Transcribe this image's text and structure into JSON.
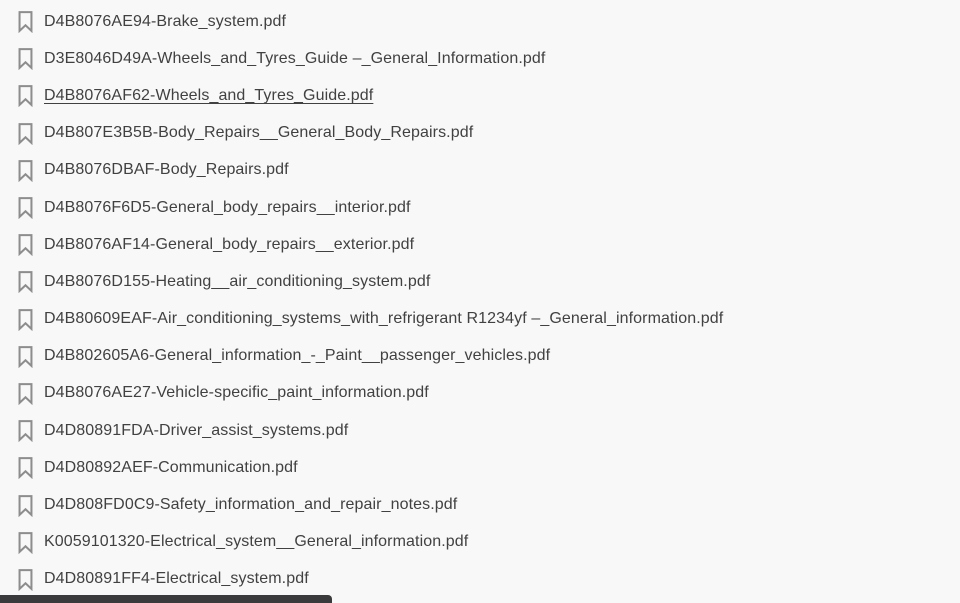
{
  "colors": {
    "background": "#f8f8f8",
    "text": "#414141",
    "icon": "#8d8d8d",
    "status_bar": "#3a3a3c"
  },
  "list": {
    "hovered_item_index": 2,
    "items": [
      {
        "label": "D4B8076AE94-Brake_system.pdf",
        "underlined": false
      },
      {
        "label": "D3E8046D49A-Wheels_and_Tyres_Guide –_General_Information.pdf",
        "underlined": false
      },
      {
        "label": "D4B8076AF62-Wheels_and_Tyres_Guide.pdf",
        "underlined": true
      },
      {
        "label": "D4B807E3B5B-Body_Repairs__General_Body_Repairs.pdf",
        "underlined": false
      },
      {
        "label": "D4B8076DBAF-Body_Repairs.pdf",
        "underlined": false
      },
      {
        "label": "D4B8076F6D5-General_body_repairs__interior.pdf",
        "underlined": false
      },
      {
        "label": "D4B8076AF14-General_body_repairs__exterior.pdf",
        "underlined": false
      },
      {
        "label": "D4B8076D155-Heating__air_conditioning_system.pdf",
        "underlined": false
      },
      {
        "label": "D4B80609EAF-Air_conditioning_systems_with_refrigerant R1234yf –_General_information.pdf",
        "underlined": false
      },
      {
        "label": "D4B802605A6-General_information_-_Paint__passenger_vehicles.pdf",
        "underlined": false
      },
      {
        "label": "D4B8076AE27-Vehicle-specific_paint_information.pdf",
        "underlined": false
      },
      {
        "label": "D4D80891FDA-Driver_assist_systems.pdf",
        "underlined": false
      },
      {
        "label": "D4D80892AEF-Communication.pdf",
        "underlined": false
      },
      {
        "label": "D4D808FD0C9-Safety_information_and_repair_notes.pdf",
        "underlined": false
      },
      {
        "label": "K0059101320-Electrical_system__General_information.pdf",
        "underlined": false
      },
      {
        "label": "D4D80891FF4-Electrical_system.pdf",
        "underlined": false
      }
    ]
  },
  "status_bar": {
    "visible": true
  }
}
